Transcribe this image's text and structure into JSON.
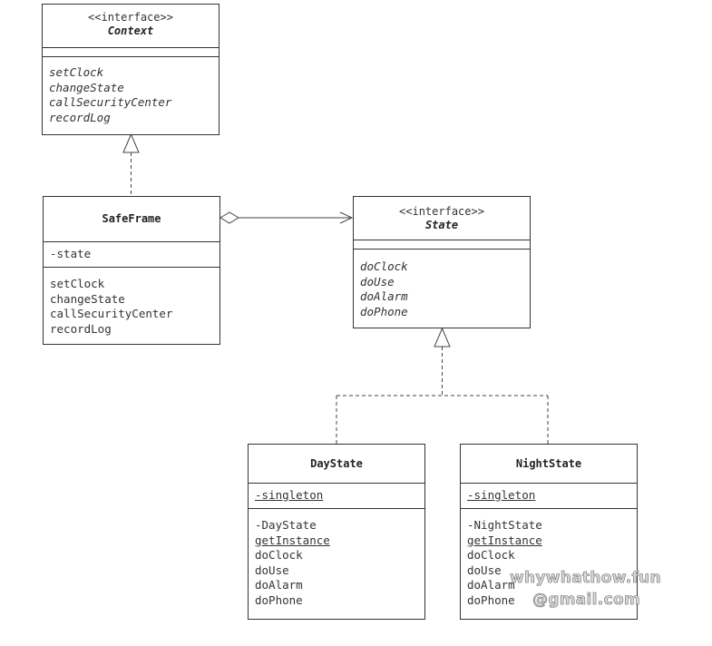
{
  "context": {
    "stereotype": "<<interface>>",
    "name": "Context",
    "methods": [
      "setClock",
      "changeState",
      "callSecurityCenter",
      "recordLog"
    ]
  },
  "safeframe": {
    "name": "SafeFrame",
    "fields": [
      "-state"
    ],
    "methods": [
      "setClock",
      "changeState",
      "callSecurityCenter",
      "recordLog"
    ]
  },
  "state": {
    "stereotype": "<<interface>>",
    "name": "State",
    "methods": [
      "doClock",
      "doUse",
      "doAlarm",
      "doPhone"
    ]
  },
  "daystate": {
    "name": "DayState",
    "fields": [
      "-singleton"
    ],
    "methods": [
      "-DayState",
      "getInstance",
      "doClock",
      "doUse",
      "doAlarm",
      "doPhone"
    ]
  },
  "nightstate": {
    "name": "NightState",
    "fields": [
      "-singleton"
    ],
    "methods": [
      "-NightState",
      "getInstance",
      "doClock",
      "doUse",
      "doAlarm",
      "doPhone"
    ]
  },
  "watermark": {
    "line1": "whywhathow.fun",
    "line2": "@gmail.com"
  }
}
